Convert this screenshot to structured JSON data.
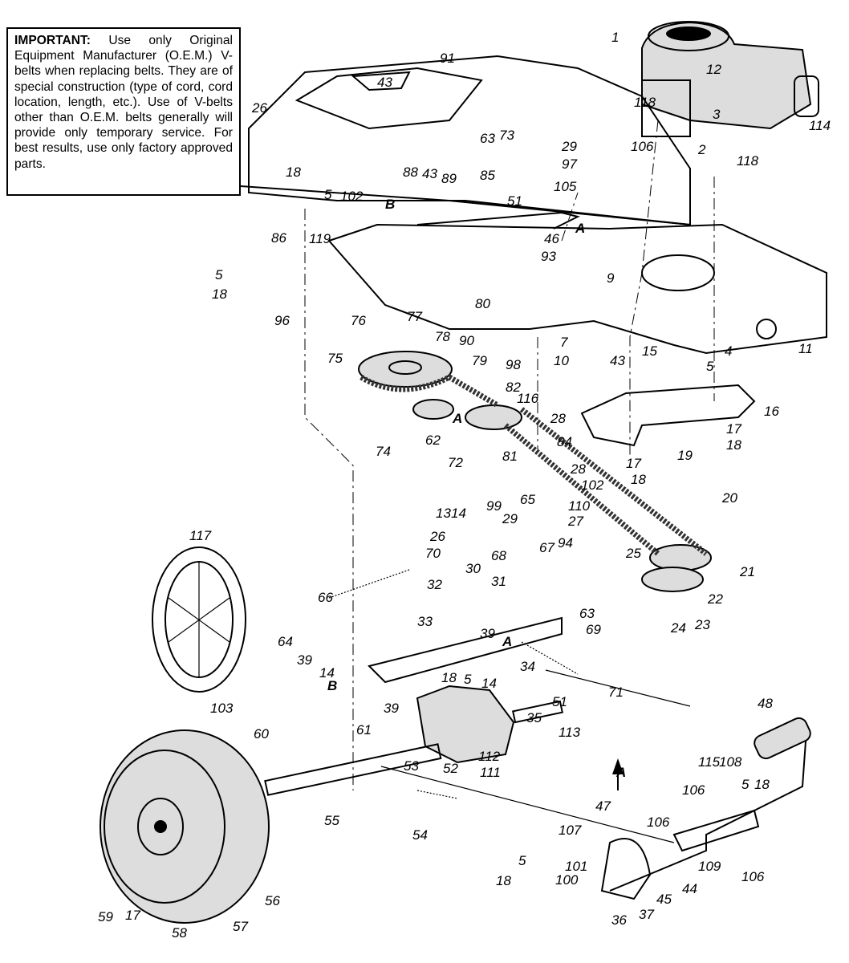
{
  "note": {
    "heading": "IMPORTANT:",
    "body": "Use only Original Equipment Manufacturer (O.E.M.) V-belts when replacing belts. They are of special construction (type of cord, cord location, length, etc.). Use of V-belts other than O.E.M. belts generally will provide only temporary service. For best results, use only factory approved parts."
  },
  "callouts": [
    "1",
    "12",
    "3",
    "114",
    "118",
    "106",
    "2",
    "118",
    "91",
    "43",
    "26",
    "88",
    "43",
    "89",
    "63",
    "85",
    "73",
    "29",
    "97",
    "105",
    "51",
    "18",
    "5",
    "102",
    "B",
    "119",
    "86",
    "5",
    "18",
    "96",
    "46",
    "93",
    "A",
    "9",
    "80",
    "77",
    "76",
    "90",
    "78",
    "79",
    "98",
    "75",
    "82",
    "116",
    "7",
    "10",
    "43",
    "15",
    "4",
    "5",
    "11",
    "16",
    "74",
    "62",
    "A",
    "28",
    "84",
    "72",
    "81",
    "17",
    "18",
    "17",
    "18",
    "19",
    "28",
    "102",
    "99",
    "29",
    "65",
    "110",
    "27",
    "20",
    "13",
    "14",
    "94",
    "25",
    "26",
    "70",
    "68",
    "67",
    "30",
    "31",
    "32",
    "21",
    "66",
    "117",
    "22",
    "63",
    "69",
    "23",
    "24",
    "33",
    "64",
    "39",
    "A",
    "39",
    "14",
    "B",
    "18",
    "5",
    "14",
    "34",
    "71",
    "103",
    "39",
    "51",
    "35",
    "113",
    "61",
    "60",
    "48",
    "53",
    "52",
    "112",
    "111",
    "A",
    "115",
    "108",
    "106",
    "5",
    "18",
    "55",
    "54",
    "47",
    "106",
    "107",
    "101",
    "100",
    "5",
    "18",
    "44",
    "109",
    "106",
    "56",
    "59",
    "17",
    "58",
    "57",
    "36",
    "37",
    "45"
  ]
}
